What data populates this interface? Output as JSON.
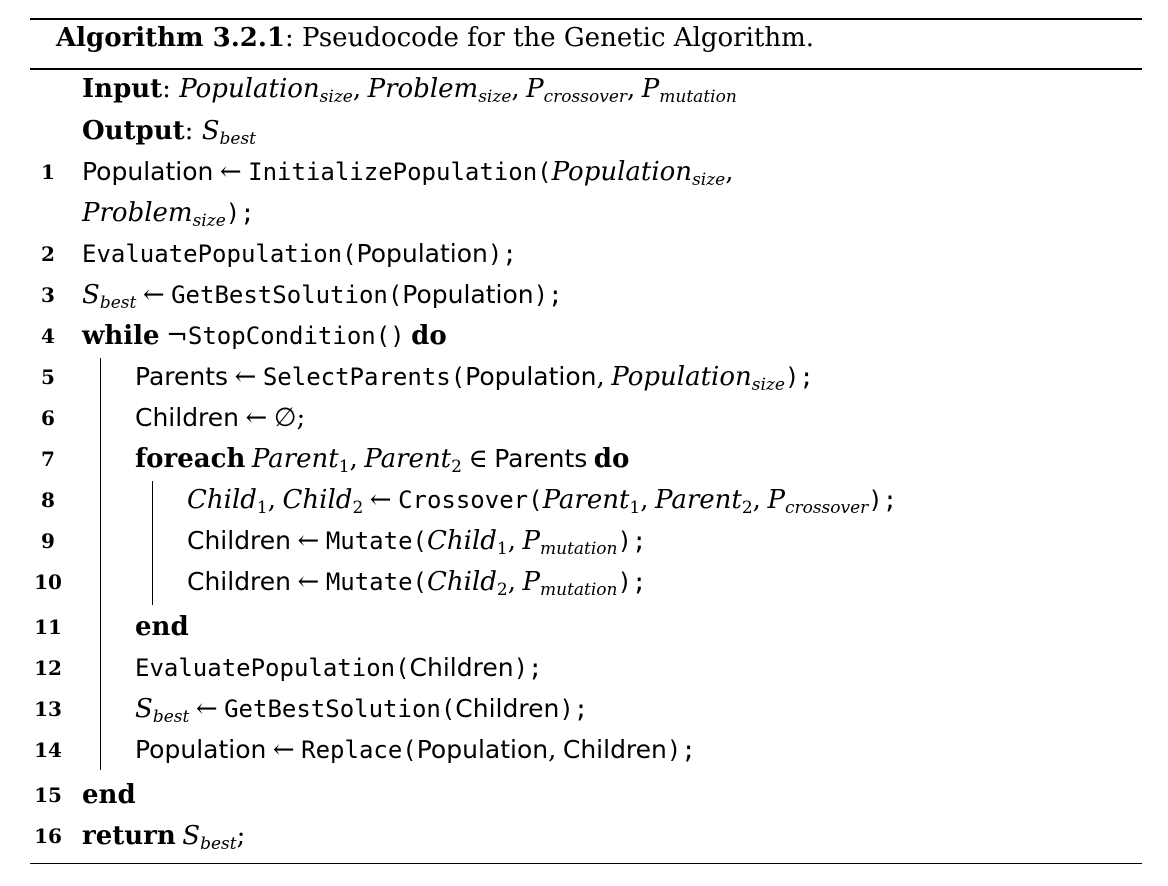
{
  "algorithm": {
    "title_label": "Algorithm 3.2.1",
    "title_text": ": Pseudocode for the Genetic Algorithm.",
    "input_label": "Input",
    "output_label": "Output",
    "input_params": [
      "Population",
      "size",
      "Problem",
      "size",
      "P",
      "crossover",
      "P",
      "mutation"
    ],
    "output_params": [
      "S",
      "best"
    ],
    "line_numbers": [
      "1",
      "2",
      "3",
      "4",
      "5",
      "6",
      "7",
      "8",
      "9",
      "10",
      "11",
      "12",
      "13",
      "14",
      "15",
      "16"
    ],
    "keywords": {
      "while": "while",
      "do": "do",
      "foreach": "foreach",
      "end": "end",
      "return": "return"
    },
    "identifiers": {
      "population": "Population",
      "parents": "Parents",
      "children": "Children",
      "initialize_population": "InitializePopulation(",
      "evaluate_population": "EvaluatePopulation(",
      "get_best_solution": "GetBestSolution(",
      "stop_condition": "StopCondition()",
      "select_parents": "SelectParents(",
      "crossover": "Crossover(",
      "mutate": "Mutate(",
      "replace": "Replace(",
      "parent": "Parent",
      "child": "Child",
      "p": "P",
      "s": "S",
      "population_size_base": "Population",
      "problem_size_base": "Problem",
      "sub_size": "size",
      "sub_best": "best",
      "sub_crossover": "crossover",
      "sub_mutation": "mutation",
      "sub_1": "1",
      "sub_2": "2"
    },
    "symbols": {
      "arrow": "←",
      "not": "¬",
      "empty_set": "∅",
      "in": "∈",
      "comma": ",",
      "close_paren": ")",
      "close_semicolon": ");",
      "semicolon": ";"
    }
  }
}
